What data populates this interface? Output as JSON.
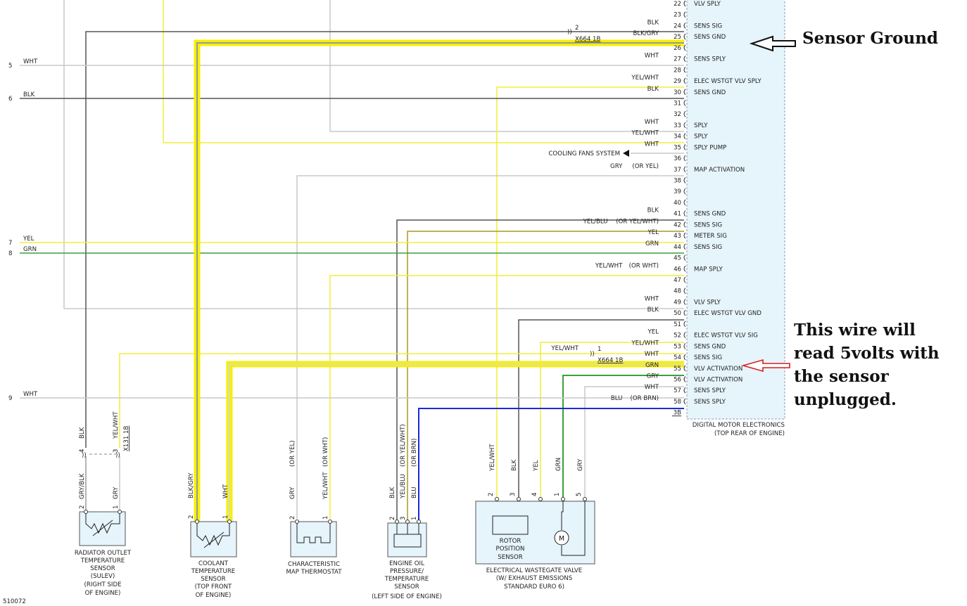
{
  "ecu": {
    "name": "DIGITAL MOTOR ELECTRONICS",
    "location": "(TOP REAR OF ENGINE)",
    "pins": [
      {
        "n": "22",
        "func": "VLV SPLY",
        "wire": "",
        "note": ""
      },
      {
        "n": "23",
        "func": "",
        "wire": "",
        "note": ""
      },
      {
        "n": "24",
        "func": "SENS SIG",
        "wire": "BLK",
        "note": ""
      },
      {
        "n": "25",
        "func": "SENS GND",
        "wire": "BLK/GRY",
        "note": ""
      },
      {
        "n": "26",
        "func": "",
        "wire": "",
        "note": ""
      },
      {
        "n": "27",
        "func": "SENS SPLY",
        "wire": "WHT",
        "note": ""
      },
      {
        "n": "28",
        "func": "",
        "wire": "",
        "note": ""
      },
      {
        "n": "29",
        "func": "ELEC WSTGT VLV SPLY",
        "wire": "YEL/WHT",
        "note": ""
      },
      {
        "n": "30",
        "func": "SENS GND",
        "wire": "BLK",
        "note": ""
      },
      {
        "n": "31",
        "func": "",
        "wire": "",
        "note": ""
      },
      {
        "n": "32",
        "func": "",
        "wire": "",
        "note": ""
      },
      {
        "n": "33",
        "func": "SPLY",
        "wire": "WHT",
        "note": ""
      },
      {
        "n": "34",
        "func": "SPLY",
        "wire": "YEL/WHT",
        "note": ""
      },
      {
        "n": "35",
        "func": "SPLY PUMP",
        "wire": "WHT",
        "note": ""
      },
      {
        "n": "36",
        "func": "",
        "wire": "",
        "note": ""
      },
      {
        "n": "37",
        "func": "MAP ACTIVATION",
        "wire": "GRY",
        "note": "(OR YEL)"
      },
      {
        "n": "38",
        "func": "",
        "wire": "",
        "note": ""
      },
      {
        "n": "39",
        "func": "",
        "wire": "",
        "note": ""
      },
      {
        "n": "40",
        "func": "",
        "wire": "",
        "note": ""
      },
      {
        "n": "41",
        "func": "SENS GND",
        "wire": "BLK",
        "note": ""
      },
      {
        "n": "42",
        "func": "SENS SIG",
        "wire": "YEL/BLU",
        "note": "(OR YEL/WHT)"
      },
      {
        "n": "43",
        "func": "METER SIG",
        "wire": "YEL",
        "note": ""
      },
      {
        "n": "44",
        "func": "SENS SIG",
        "wire": "GRN",
        "note": ""
      },
      {
        "n": "45",
        "func": "",
        "wire": "",
        "note": ""
      },
      {
        "n": "46",
        "func": "MAP SPLY",
        "wire": "YEL/WHT",
        "note": "(OR WHT)"
      },
      {
        "n": "47",
        "func": "",
        "wire": "",
        "note": ""
      },
      {
        "n": "48",
        "func": "",
        "wire": "",
        "note": ""
      },
      {
        "n": "49",
        "func": "VLV SPLY",
        "wire": "WHT",
        "note": ""
      },
      {
        "n": "50",
        "func": "ELEC WSTGT VLV GND",
        "wire": "BLK",
        "note": ""
      },
      {
        "n": "51",
        "func": "",
        "wire": "",
        "note": ""
      },
      {
        "n": "52",
        "func": "ELEC WSTGT VLV SIG",
        "wire": "YEL",
        "note": ""
      },
      {
        "n": "53",
        "func": "SENS GND",
        "wire": "YEL/WHT",
        "note": ""
      },
      {
        "n": "54",
        "func": "SENS SIG",
        "wire": "WHT",
        "note": ""
      },
      {
        "n": "55",
        "func": "VLV ACTIVATION",
        "wire": "GRN",
        "note": ""
      },
      {
        "n": "56",
        "func": "VLV ACTIVATION",
        "wire": "GRY",
        "note": ""
      },
      {
        "n": "57",
        "func": "SENS SPLY",
        "wire": "WHT",
        "note": ""
      },
      {
        "n": "58",
        "func": "SENS SPLY",
        "wire": "BLU",
        "note": "(OR BRN)"
      },
      {
        "n": "3B",
        "func": "",
        "wire": "",
        "note": ""
      }
    ]
  },
  "left_terminals": [
    {
      "n": "5",
      "wire": "WHT"
    },
    {
      "n": "6",
      "wire": "BLK"
    },
    {
      "n": "7",
      "wire": "YEL"
    },
    {
      "n": "8",
      "wire": "GRN"
    },
    {
      "n": "9",
      "wire": "WHT"
    }
  ],
  "connectors": {
    "pin24_num": "2",
    "pin24_name": "X664 1B",
    "pin53_num": "1",
    "pin53_wire": "YEL/WHT",
    "pin54_name": "X664 1B",
    "x131_name": "X131 1B"
  },
  "cooling_fans": "COOLING FANS SYSTEM",
  "components": [
    {
      "name": "RADIATOR OUTLET",
      "l2": "TEMPERATURE",
      "l3": "SENSOR",
      "l4": "(SULEV)",
      "l5": "(RIGHT SIDE",
      "l6": "OF ENGINE)"
    },
    {
      "name": "COOLANT",
      "l2": "TEMPERATURE",
      "l3": "SENSOR",
      "l4": "(TOP FRONT",
      "l5": "OF ENGINE)"
    },
    {
      "name": "CHARACTERISTIC",
      "l2": "MAP THERMOSTAT"
    },
    {
      "name": "ENGINE OIL",
      "l2": "PRESSURE/",
      "l3": "TEMPERATURE",
      "l4": "SENSOR",
      "l5": "(LEFT SIDE OF ENGINE)"
    },
    {
      "name": "ELECTRICAL WASTEGATE VALVE",
      "l2": "(W/ EXHAUST EMISSIONS",
      "l3": "STANDARD EURO 6)"
    }
  ],
  "rotor_sensor": {
    "l1": "ROTOR",
    "l2": "POSITION",
    "l3": "SENSOR"
  },
  "motor_symbol": "M",
  "vertical_labels": {
    "rad_upper_4": "BLK",
    "rad_upper_3": "YEL/WHT",
    "rad_pin_4": "4",
    "rad_pin_3": "3",
    "rad_lower_2": "GRY/BLK",
    "rad_lower_1": "GRY",
    "rad_pin_2": "2",
    "rad_pin_1": "1",
    "cool_2": "BLK/GRY",
    "cool_1": "WHT",
    "cool_pin_2": "2",
    "cool_pin_1": "1",
    "therm_2a": "(OR YEL)",
    "therm_2b": "GRY",
    "therm_1a": "(OR WHT)",
    "therm_1b": "YEL/WHT",
    "therm_pin_2": "2",
    "therm_pin_1": "1",
    "oil_a": "BLK",
    "oil_b1": "YEL/BLU",
    "oil_b2": "(OR YEL/WHT)",
    "oil_c1": "BLU",
    "oil_c2": "(OR BRN)",
    "oil_pin_2": "2",
    "oil_pin_3": "3",
    "oil_pin_1": "1",
    "wg_2": "YEL/WHT",
    "wg_3": "BLK",
    "wg_4": "YEL",
    "wg_1": "GRN",
    "wg_5": "GRY",
    "wg_pin_2": "2",
    "wg_pin_3": "3",
    "wg_pin_4": "4",
    "wg_pin_1": "1",
    "wg_pin_5": "5"
  },
  "annotations": {
    "sensor_ground": "Sensor Ground",
    "five_volt_1": "This wire will",
    "five_volt_2": "read 5volts with",
    "five_volt_3": "the sensor",
    "five_volt_4": "unplugged."
  },
  "figure_id": "510072",
  "colors": {
    "yellow": "#f2ee3a",
    "highlight": "#f6f000",
    "gray_wire": "#c8c8c8",
    "black_wire": "#555555",
    "green_wire": "#3aa13a",
    "blue_wire": "#1a2ad6",
    "ecu_fill": "#e6f4fb",
    "ecu_border": "#8aa0b4",
    "arrow_red": "#d42020"
  }
}
